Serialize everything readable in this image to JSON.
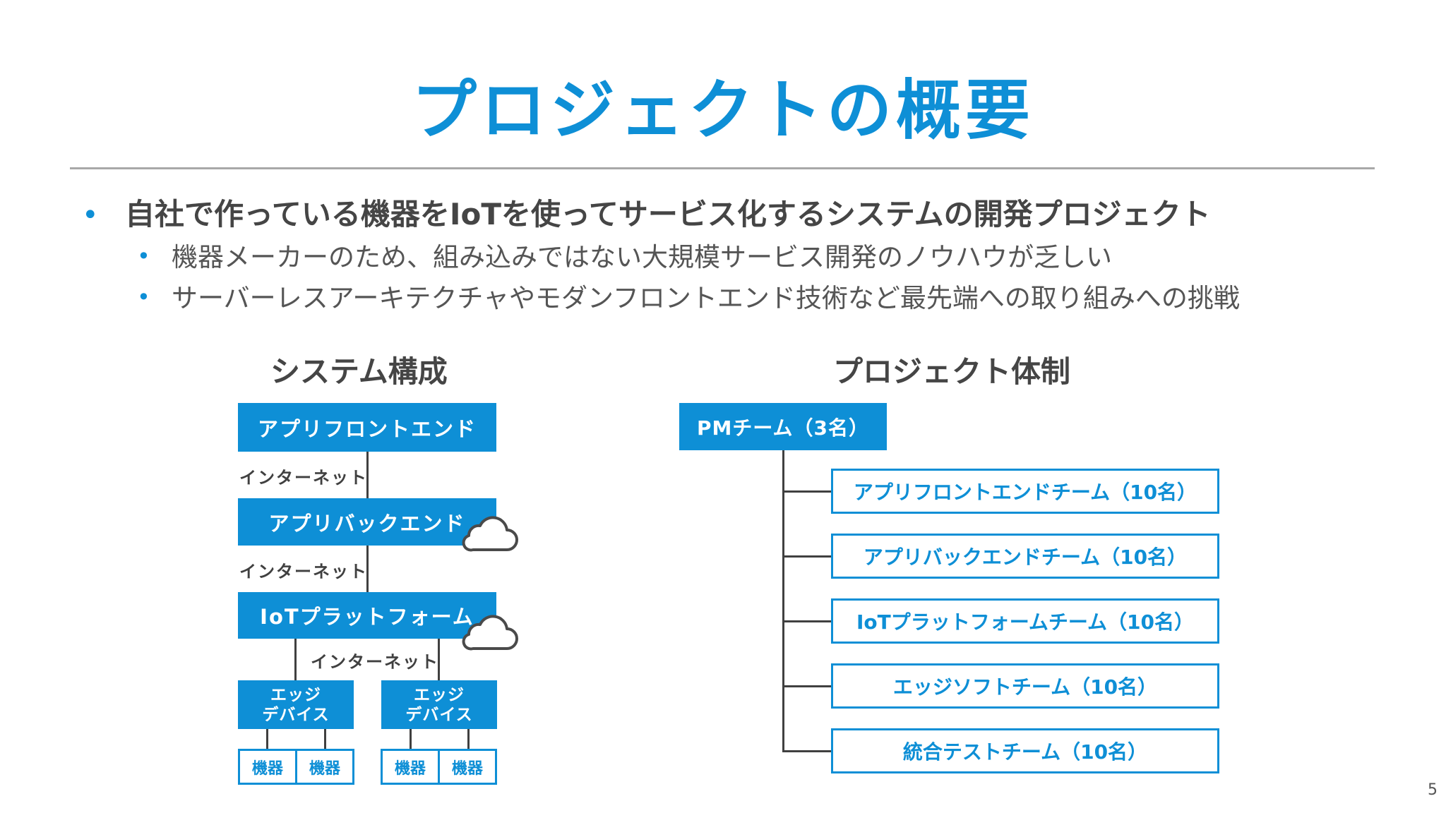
{
  "title": "プロジェクトの概要",
  "bullets": {
    "main": "自社で作っている機器をIoTを使ってサービス化するシステムの開発プロジェクト",
    "sub": [
      "機器メーカーのため、組み込みではない大規模サービス開発のノウハウが乏しい",
      "サーバーレスアーキテクチャやモダンフロントエンド技術など最先端への取り組みへの挑戦"
    ],
    "marker": "•"
  },
  "system": {
    "title": "システム構成",
    "layers": [
      "アプリフロントエンド",
      "アプリバックエンド",
      "IoTプラットフォーム"
    ],
    "network_label": "インターネット",
    "edge_devices": [
      "エッジ\nデバイス",
      "エッジ\nデバイス"
    ],
    "device_label": "機器",
    "icons": [
      "cloud-icon",
      "cloud-icon"
    ]
  },
  "org": {
    "title": "プロジェクト体制",
    "pm": "PMチーム（3名）",
    "teams": [
      "アプリフロントエンドチーム（10名）",
      "アプリバックエンドチーム（10名）",
      "IoTプラットフォームチーム（10名）",
      "エッジソフトチーム（10名）",
      "統合テストチーム（10名）"
    ]
  },
  "page_number": "5",
  "colors": {
    "accent": "#0e8fd6",
    "text": "#454545",
    "line": "#404040"
  }
}
